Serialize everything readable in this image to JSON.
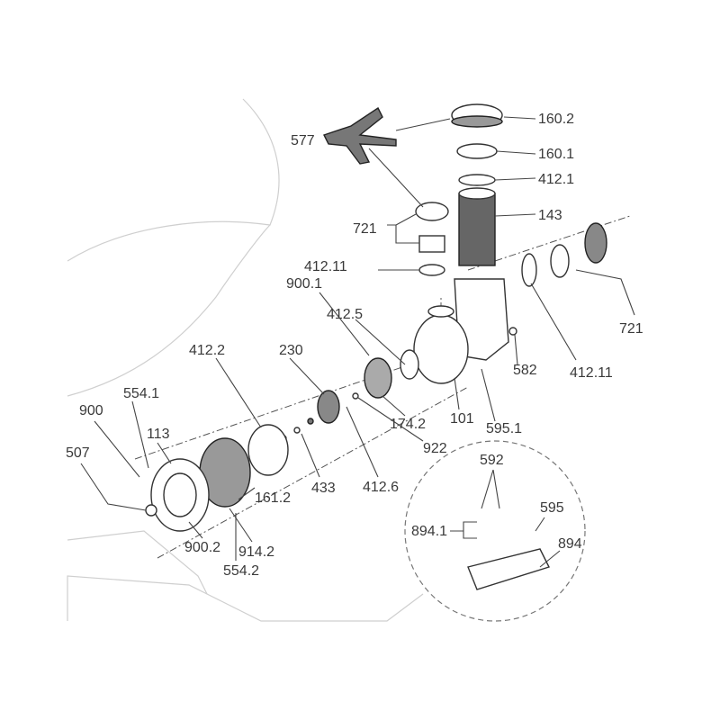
{
  "title": "Pump exploded parts diagram",
  "labels": [
    "160.2",
    "577",
    "160.1",
    "412.1",
    "721",
    "143",
    "412.11",
    "900.1",
    "412.5",
    "721",
    "412.2",
    "230",
    "582",
    "412.11",
    "554.1",
    "174.2",
    "101",
    "595.1",
    "900",
    "113",
    "922",
    "507",
    "433",
    "412.6",
    "161.2",
    "592",
    "595",
    "894.1",
    "894",
    "900.2",
    "914.2",
    "554.2"
  ],
  "detail_inset": {
    "parts": [
      "592",
      "595",
      "894.1",
      "894"
    ]
  }
}
